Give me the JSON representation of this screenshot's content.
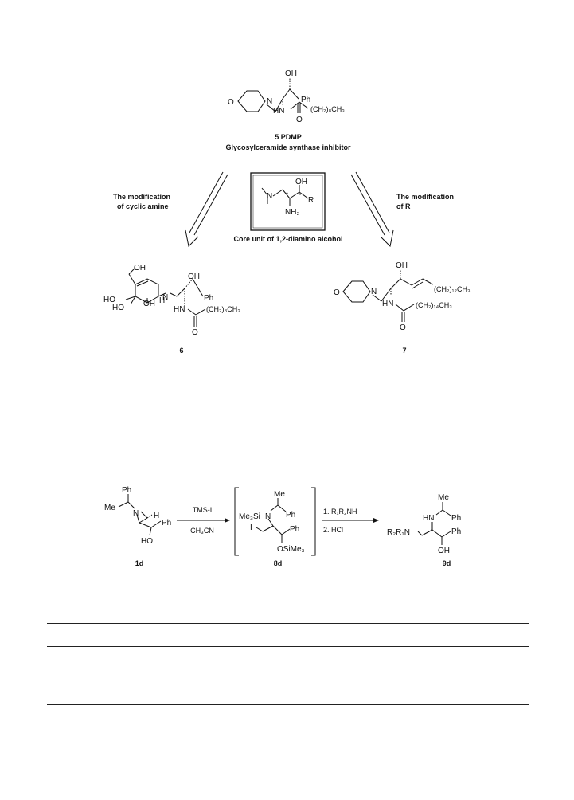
{
  "figure1": {
    "compound5": {
      "number_label": "5 PDMP",
      "description": "Glycosylceramide synthase inhibitor",
      "atoms": {
        "oh": "OH",
        "ph": "Ph",
        "n": "N",
        "o_ring": "O",
        "hn": "HN",
        "chain": "(CH₂)₈CH₃",
        "o_carbonyl": "O"
      }
    },
    "left_arrow_label": [
      "The  modification",
      "of  cyclic amine"
    ],
    "right_arrow_label": [
      "The  modification",
      "of  R"
    ],
    "core_unit": {
      "caption": "Core unit of 1,2-diamino alcohol",
      "atoms": {
        "oh": "OH",
        "n": "N",
        "r": "R",
        "nh2": "NH₂",
        "star": "*"
      }
    },
    "compound6": {
      "number_label": "6",
      "atoms": {
        "oh_top": "OH",
        "ho_left": "HO",
        "ho_lower": "HO",
        "oh_ring": "OH",
        "n": "N",
        "h": "H",
        "oh": "OH",
        "ph": "Ph",
        "hn": "HN",
        "chain": "(CH₂)₈CH₃",
        "o_carbonyl": "O"
      }
    },
    "compound7": {
      "number_label": "7",
      "atoms": {
        "o_ring": "O",
        "n": "N",
        "oh": "OH",
        "chain_top": "(CH₂)₁₂CH₃",
        "hn": "HN",
        "chain_bottom": "(CH₂)₁₄CH₃",
        "o_carbonyl": "O"
      }
    }
  },
  "scheme": {
    "compound1d": {
      "label": "1d",
      "atoms": {
        "ph_top": "Ph",
        "me": "Me",
        "n": "N",
        "h": "H",
        "ph": "Ph",
        "ho": "HO"
      }
    },
    "step1": {
      "reagent": "TMS-I",
      "solvent": "CH₃CN"
    },
    "compound8d": {
      "label": "8d",
      "atoms": {
        "me": "Me",
        "me3si": "Me₃Si",
        "n": "N",
        "ph_n": "Ph",
        "i": "I",
        "ph": "Ph",
        "osime3": "OSiMe₃"
      }
    },
    "step2": {
      "line1": "1. R₁R₂NH",
      "line2": "2. HCl"
    },
    "compound9d": {
      "label": "9d",
      "atoms": {
        "me": "Me",
        "hn": "HN",
        "ph_n": "Ph",
        "r2r1n": "R₂R₁N",
        "ph": "Ph",
        "oh": "OH"
      }
    }
  },
  "colors": {
    "ink": "#111111",
    "background": "#ffffff"
  }
}
